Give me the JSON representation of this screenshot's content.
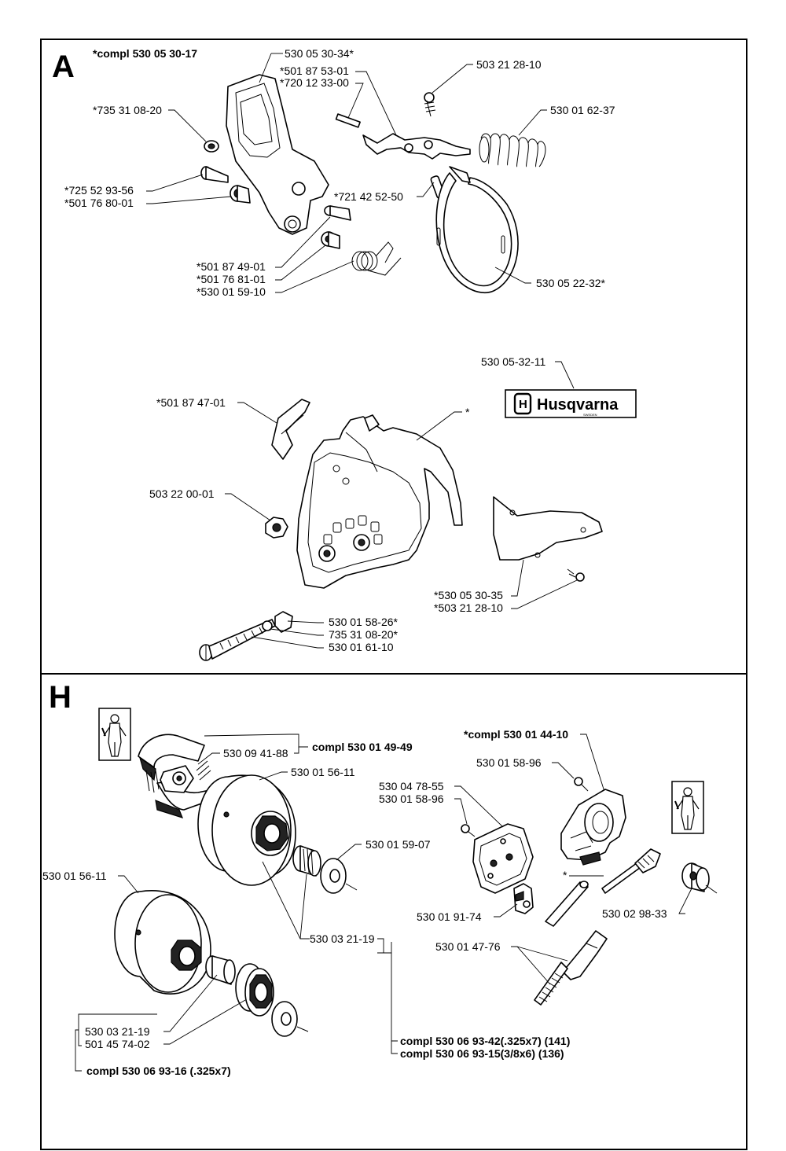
{
  "sections": {
    "a": {
      "letter": "A",
      "labels": {
        "compl_top": "*compl 530 05 30-17",
        "l1": "530 05 30-34*",
        "l2": "*501 87 53-01",
        "l3": "*720 12 33-00",
        "l4": "503 21 28-10",
        "l5": "*735 31 08-20",
        "l6": "530 01 62-37",
        "l7": "*725 52 93-56",
        "l8": "*501 76 80-01",
        "l9": "*721 42 52-50",
        "l10": "*501 87 49-01",
        "l11": "*501 76 81-01",
        "l12": "*530 01 59-10",
        "l13": "530 05 22-32*",
        "l14": "530 05-32-11",
        "l15": "*501 87 47-01",
        "l16": "*",
        "l17": "503 22 00-01",
        "l18": "*530 05 30-35",
        "l19": "*503 21 28-10",
        "l20": "530 01 58-26*",
        "l21": "735 31 08-20*",
        "l22": "530 01 61-10"
      },
      "logo": {
        "brand": "Husqvarna",
        "sub": "SWEDEN"
      }
    },
    "h": {
      "letter": "H",
      "labels": {
        "compl1": "compl 530 01 49-49",
        "l1": "530 09 41-88",
        "l2": "530 01 56-11",
        "l3": "530 01 59-07",
        "l4": "530 01 56-11",
        "l5": "530 03 21-19",
        "l6": "530 03 21-19",
        "l7": "501 45 74-02",
        "compl2": "compl 530 06 93-16 (.325x7)",
        "compl3": "compl 530 06 93-42(.325x7) (141)",
        "compl4": "compl 530 06 93-15(3/8x6) (136)",
        "compl5": "*compl 530 01 44-10",
        "l8": "530 01 58-96",
        "l9": "530 04 78-55",
        "l10": "530 01 58-96",
        "l11": "530 01 91-74",
        "l12": "530 02 98-33",
        "l13": "530 01 47-76",
        "l14": "*"
      }
    }
  }
}
